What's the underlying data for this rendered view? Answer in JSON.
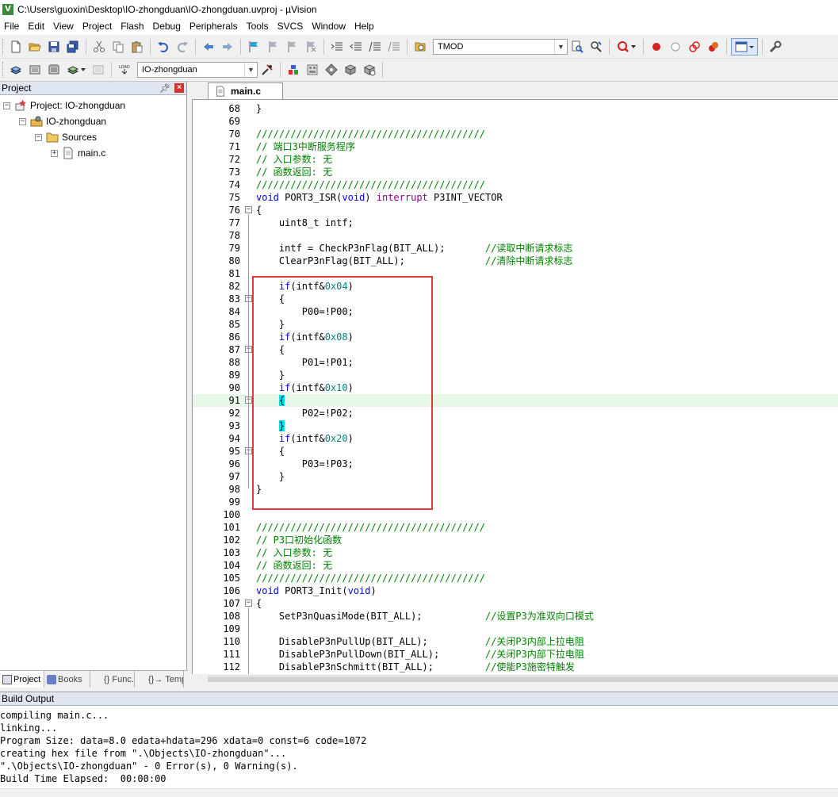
{
  "window": {
    "title": "C:\\Users\\guoxin\\Desktop\\IO-zhongduan\\IO-zhongduan.uvproj - µVision",
    "app_icon": "V"
  },
  "menu": [
    "File",
    "Edit",
    "View",
    "Project",
    "Flash",
    "Debug",
    "Peripherals",
    "Tools",
    "SVCS",
    "Window",
    "Help"
  ],
  "toolbar1": {
    "find_combo_value": "TMOD",
    "icons": [
      "new-file-icon",
      "open-file-icon",
      "save-icon",
      "save-all-icon",
      "cut-icon",
      "copy-icon",
      "paste-icon",
      "undo-icon",
      "redo-icon",
      "nav-back-icon",
      "nav-forward-icon",
      "bookmark-icon",
      "bookmark-prev-icon",
      "bookmark-next-icon",
      "bookmark-clear-icon",
      "indent-icon",
      "unindent-icon",
      "comment-icon",
      "uncomment-icon",
      "find-in-files-icon",
      "find-icon",
      "incremental-find-icon",
      "debug-session-icon",
      "breakpoint-icon",
      "breakpoint-disable-icon",
      "breakpoint-disable-all-icon",
      "breakpoint-kill-icon",
      "window-layout-icon",
      "configure-icon"
    ]
  },
  "toolbar2": {
    "target_combo_value": "IO-zhongduan",
    "load_label": "LOAD"
  },
  "project_panel": {
    "title": "Project",
    "tree": [
      {
        "label": "Project: IO-zhongduan",
        "level": 0,
        "expander": "−",
        "icon": "project-icon"
      },
      {
        "label": "IO-zhongduan",
        "level": 1,
        "expander": "−",
        "icon": "target-icon"
      },
      {
        "label": "Sources",
        "level": 2,
        "expander": "−",
        "icon": "folder-icon"
      },
      {
        "label": "main.c",
        "level": 3,
        "expander": "+",
        "icon": "file-icon"
      }
    ],
    "tabs": [
      "Project",
      "Books",
      "{} Func...",
      "{}→ Temp..."
    ]
  },
  "editor": {
    "active_tab": "main.c",
    "highlighted_line": 91,
    "lines": [
      {
        "n": "68",
        "fold": "",
        "spans": [
          [
            "}",
            "plain"
          ]
        ]
      },
      {
        "n": "69",
        "fold": "",
        "spans": []
      },
      {
        "n": "70",
        "fold": "",
        "spans": [
          [
            "////////////////////////////////////////",
            "com"
          ]
        ]
      },
      {
        "n": "71",
        "fold": "",
        "spans": [
          [
            "// 端口3中断服务程序",
            "com"
          ]
        ]
      },
      {
        "n": "72",
        "fold": "",
        "spans": [
          [
            "// 入口参数: 无",
            "com"
          ]
        ]
      },
      {
        "n": "73",
        "fold": "",
        "spans": [
          [
            "// 函数返回: 无",
            "com"
          ]
        ]
      },
      {
        "n": "74",
        "fold": "",
        "spans": [
          [
            "////////////////////////////////////////",
            "com"
          ]
        ]
      },
      {
        "n": "75",
        "fold": "",
        "spans": [
          [
            "void",
            "kw"
          ],
          [
            " PORT3_ISR(",
            "plain"
          ],
          [
            "void",
            "kw"
          ],
          [
            ") ",
            "plain"
          ],
          [
            "interrupt",
            "mag"
          ],
          [
            " P3INT_VECTOR",
            "plain"
          ]
        ]
      },
      {
        "n": "76",
        "fold": "−",
        "spans": [
          [
            "{",
            "plain"
          ]
        ]
      },
      {
        "n": "77",
        "fold": "",
        "spans": [
          [
            "    uint8_t intf;",
            "plain"
          ]
        ]
      },
      {
        "n": "78",
        "fold": "",
        "spans": []
      },
      {
        "n": "79",
        "fold": "",
        "spans": [
          [
            "    intf = CheckP3nFlag(BIT_ALL);       ",
            "plain"
          ],
          [
            "//读取中断请求标志",
            "com"
          ]
        ]
      },
      {
        "n": "80",
        "fold": "",
        "spans": [
          [
            "    ClearP3nFlag(BIT_ALL);              ",
            "plain"
          ],
          [
            "//清除中断请求标志",
            "com"
          ]
        ]
      },
      {
        "n": "81",
        "fold": "",
        "spans": []
      },
      {
        "n": "82",
        "fold": "",
        "spans": [
          [
            "    ",
            "plain"
          ],
          [
            "if",
            "kw"
          ],
          [
            "(intf&",
            "plain"
          ],
          [
            "0x04",
            "num"
          ],
          [
            ")",
            "plain"
          ]
        ]
      },
      {
        "n": "83",
        "fold": "−",
        "spans": [
          [
            "    {",
            "plain"
          ]
        ]
      },
      {
        "n": "84",
        "fold": "",
        "spans": [
          [
            "        P00=!P00;",
            "plain"
          ]
        ]
      },
      {
        "n": "85",
        "fold": "",
        "spans": [
          [
            "    }",
            "plain"
          ]
        ]
      },
      {
        "n": "86",
        "fold": "",
        "spans": [
          [
            "    ",
            "plain"
          ],
          [
            "if",
            "kw"
          ],
          [
            "(intf&",
            "plain"
          ],
          [
            "0x08",
            "num"
          ],
          [
            ")",
            "plain"
          ]
        ]
      },
      {
        "n": "87",
        "fold": "−",
        "spans": [
          [
            "    {",
            "plain"
          ]
        ]
      },
      {
        "n": "88",
        "fold": "",
        "spans": [
          [
            "        P01=!P01;",
            "plain"
          ]
        ]
      },
      {
        "n": "89",
        "fold": "",
        "spans": [
          [
            "    }",
            "plain"
          ]
        ]
      },
      {
        "n": "90",
        "fold": "",
        "spans": [
          [
            "    ",
            "plain"
          ],
          [
            "if",
            "kw"
          ],
          [
            "(intf&",
            "plain"
          ],
          [
            "0x10",
            "num"
          ],
          [
            ")",
            "plain"
          ]
        ]
      },
      {
        "n": "91",
        "fold": "−",
        "spans": [
          [
            "    ",
            "plain"
          ],
          [
            "{",
            "brace"
          ]
        ]
      },
      {
        "n": "92",
        "fold": "",
        "spans": [
          [
            "        P02=!P02;",
            "plain"
          ]
        ]
      },
      {
        "n": "93",
        "fold": "",
        "spans": [
          [
            "    ",
            "plain"
          ],
          [
            "}",
            "brace"
          ]
        ]
      },
      {
        "n": "94",
        "fold": "",
        "spans": [
          [
            "    ",
            "plain"
          ],
          [
            "if",
            "kw"
          ],
          [
            "(intf&",
            "plain"
          ],
          [
            "0x20",
            "num"
          ],
          [
            ")",
            "plain"
          ]
        ]
      },
      {
        "n": "95",
        "fold": "−",
        "spans": [
          [
            "    {",
            "plain"
          ]
        ]
      },
      {
        "n": "96",
        "fold": "",
        "spans": [
          [
            "        P03=!P03;",
            "plain"
          ]
        ]
      },
      {
        "n": "97",
        "fold": "",
        "spans": [
          [
            "    }",
            "plain"
          ]
        ]
      },
      {
        "n": "98",
        "fold": "",
        "spans": [
          [
            "}",
            "plain"
          ]
        ]
      },
      {
        "n": "99",
        "fold": "",
        "spans": []
      },
      {
        "n": "100",
        "fold": "",
        "spans": []
      },
      {
        "n": "101",
        "fold": "",
        "spans": [
          [
            "////////////////////////////////////////",
            "com"
          ]
        ]
      },
      {
        "n": "102",
        "fold": "",
        "spans": [
          [
            "// P3口初始化函数",
            "com"
          ]
        ]
      },
      {
        "n": "103",
        "fold": "",
        "spans": [
          [
            "// 入口参数: 无",
            "com"
          ]
        ]
      },
      {
        "n": "104",
        "fold": "",
        "spans": [
          [
            "// 函数返回: 无",
            "com"
          ]
        ]
      },
      {
        "n": "105",
        "fold": "",
        "spans": [
          [
            "////////////////////////////////////////",
            "com"
          ]
        ]
      },
      {
        "n": "106",
        "fold": "",
        "spans": [
          [
            "void",
            "kw"
          ],
          [
            " PORT3_Init(",
            "plain"
          ],
          [
            "void",
            "kw"
          ],
          [
            ")",
            "plain"
          ]
        ]
      },
      {
        "n": "107",
        "fold": "−",
        "spans": [
          [
            "{",
            "plain"
          ]
        ]
      },
      {
        "n": "108",
        "fold": "",
        "spans": [
          [
            "    SetP3nQuasiMode(BIT_ALL);           ",
            "plain"
          ],
          [
            "//设置P3为准双向口模式",
            "com"
          ]
        ]
      },
      {
        "n": "109",
        "fold": "",
        "spans": []
      },
      {
        "n": "110",
        "fold": "",
        "spans": [
          [
            "    DisableP3nPullUp(BIT_ALL);          ",
            "plain"
          ],
          [
            "//关闭P3内部上拉电阻",
            "com"
          ]
        ]
      },
      {
        "n": "111",
        "fold": "",
        "spans": [
          [
            "    DisableP3nPullDown(BIT_ALL);        ",
            "plain"
          ],
          [
            "//关闭P3内部下拉电阻",
            "com"
          ]
        ]
      },
      {
        "n": "112",
        "fold": "",
        "spans": [
          [
            "    DisableP3nSchmitt(BIT_ALL);         ",
            "plain"
          ],
          [
            "//使能P3施密特触发",
            "com"
          ]
        ]
      }
    ]
  },
  "build_output": {
    "title": "Build Output",
    "lines": [
      "compiling main.c...",
      "linking...",
      "Program Size: data=8.0 edata+hdata=296 xdata=0 const=6 code=1072",
      "creating hex file from \".\\Objects\\IO-zhongduan\"...",
      "\".\\Objects\\IO-zhongduan\" - 0 Error(s), 0 Warning(s).",
      "Build Time Elapsed:  00:00:00"
    ]
  },
  "colors": {
    "comment": "#008000",
    "keyword": "#0000ff",
    "interrupt_keyword": "#8b008b",
    "number": "#008080",
    "annotation_box": "#e03a3a",
    "current_line": "#e8f8e8",
    "brace_match": "#00e0e0"
  }
}
